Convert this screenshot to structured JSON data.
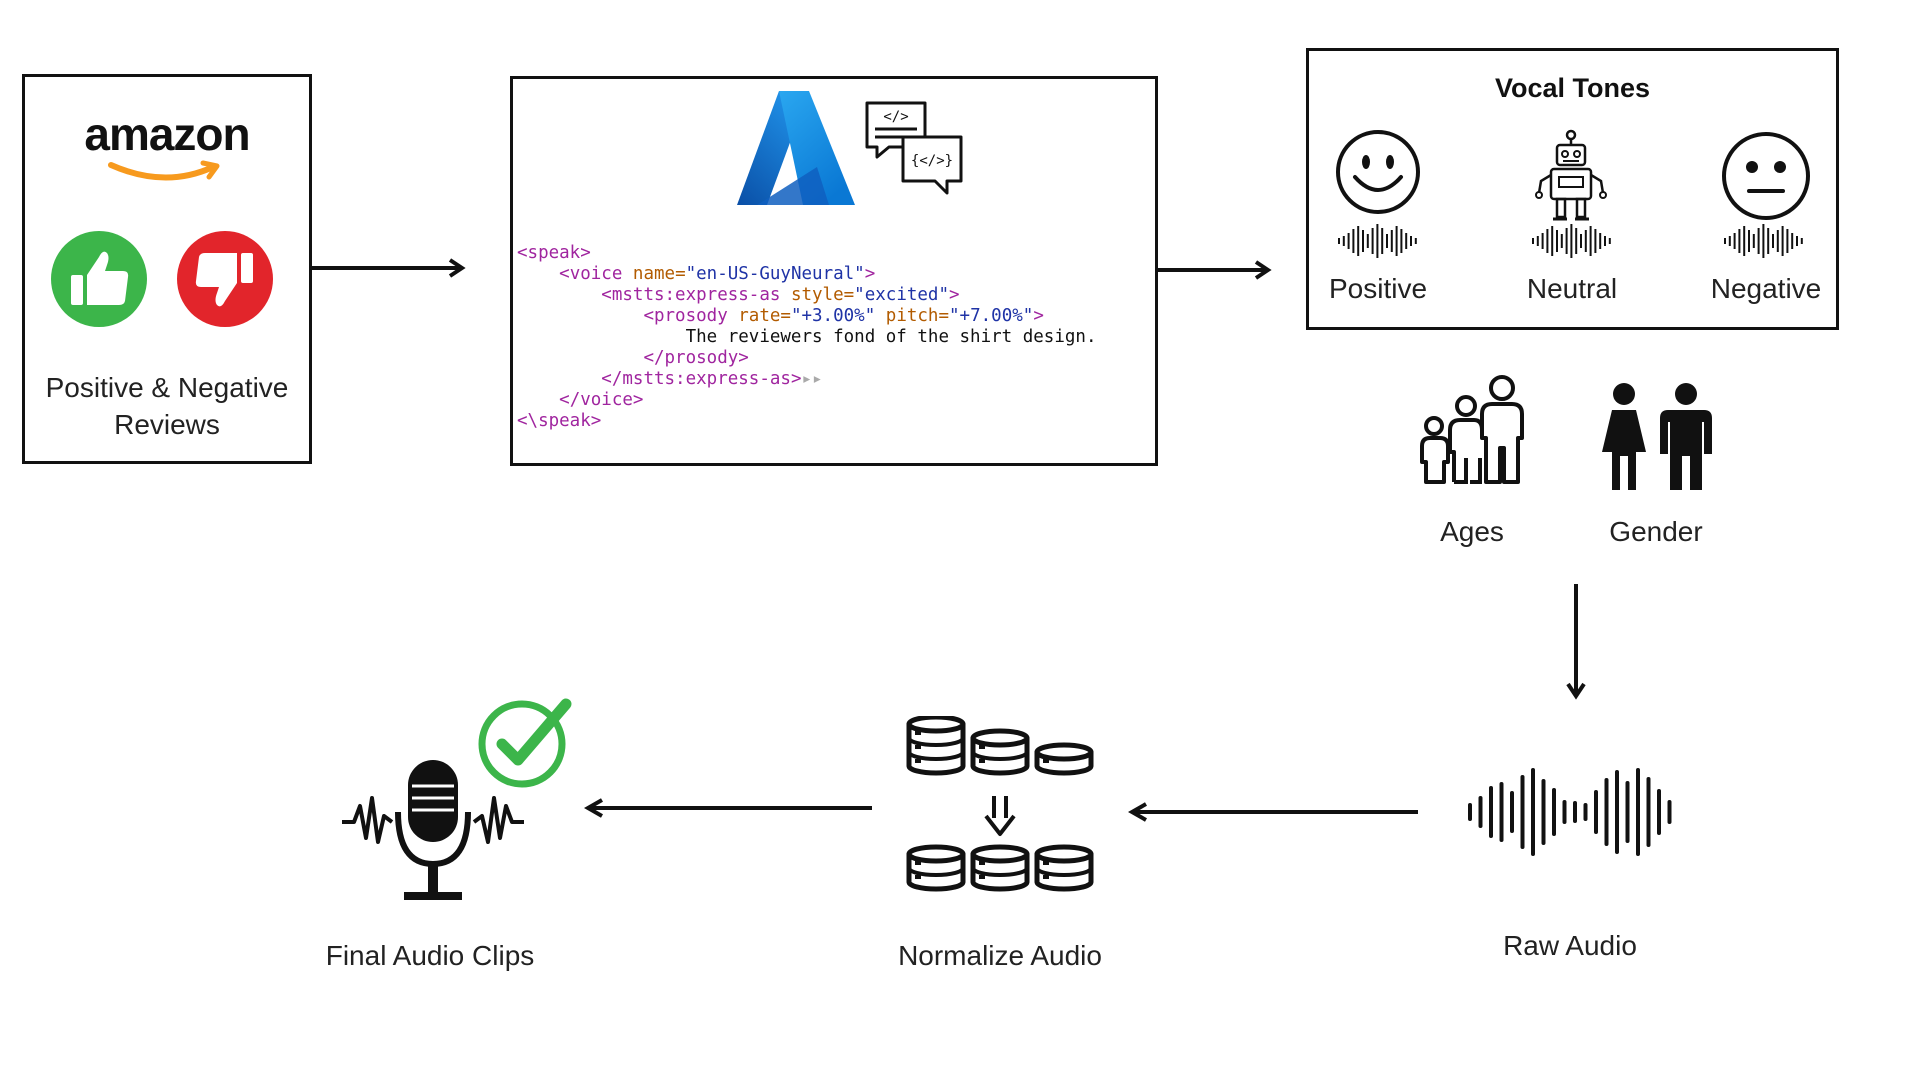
{
  "reviews": {
    "brand": "amazon",
    "caption_line1": "Positive & Negative",
    "caption_line2": "Reviews"
  },
  "ssml": {
    "line1": "<speak>",
    "line2_tag": "<voice ",
    "line2_attr": "name=",
    "line2_val": "\"en-US-GuyNeural\"",
    "line2_end": ">",
    "line3_tag": "<mstts:express-as ",
    "line3_attr": "style=",
    "line3_val": "\"excited\"",
    "line3_end": ">",
    "line4_tag": "<prosody ",
    "line4_attr1": "rate=",
    "line4_val1": "\"+3.00%\"",
    "line4_attr2": " pitch=",
    "line4_val2": "\"+7.00%\"",
    "line4_end": ">",
    "line5_text": "The reviewers fond of the shirt design.",
    "line6": "</prosody>",
    "line7": "</mstts:express-as>",
    "line7_suffix": "▸▸",
    "line8": "</voice>",
    "line9": "<\\speak>"
  },
  "vocal_tones": {
    "title": "Vocal Tones",
    "positive": "Positive",
    "neutral": "Neutral",
    "negative": "Negative"
  },
  "demographics": {
    "ages": "Ages",
    "gender": "Gender"
  },
  "pipeline": {
    "raw_audio": "Raw Audio",
    "normalize_audio": "Normalize Audio",
    "final_audio_clips": "Final Audio Clips"
  },
  "colors": {
    "thumb_up_green": "#3cb54a",
    "thumb_down_red": "#e2252b",
    "amazon_orange": "#f79a1e",
    "azure_blue": "#0a78d4",
    "check_green": "#3cb54a"
  }
}
